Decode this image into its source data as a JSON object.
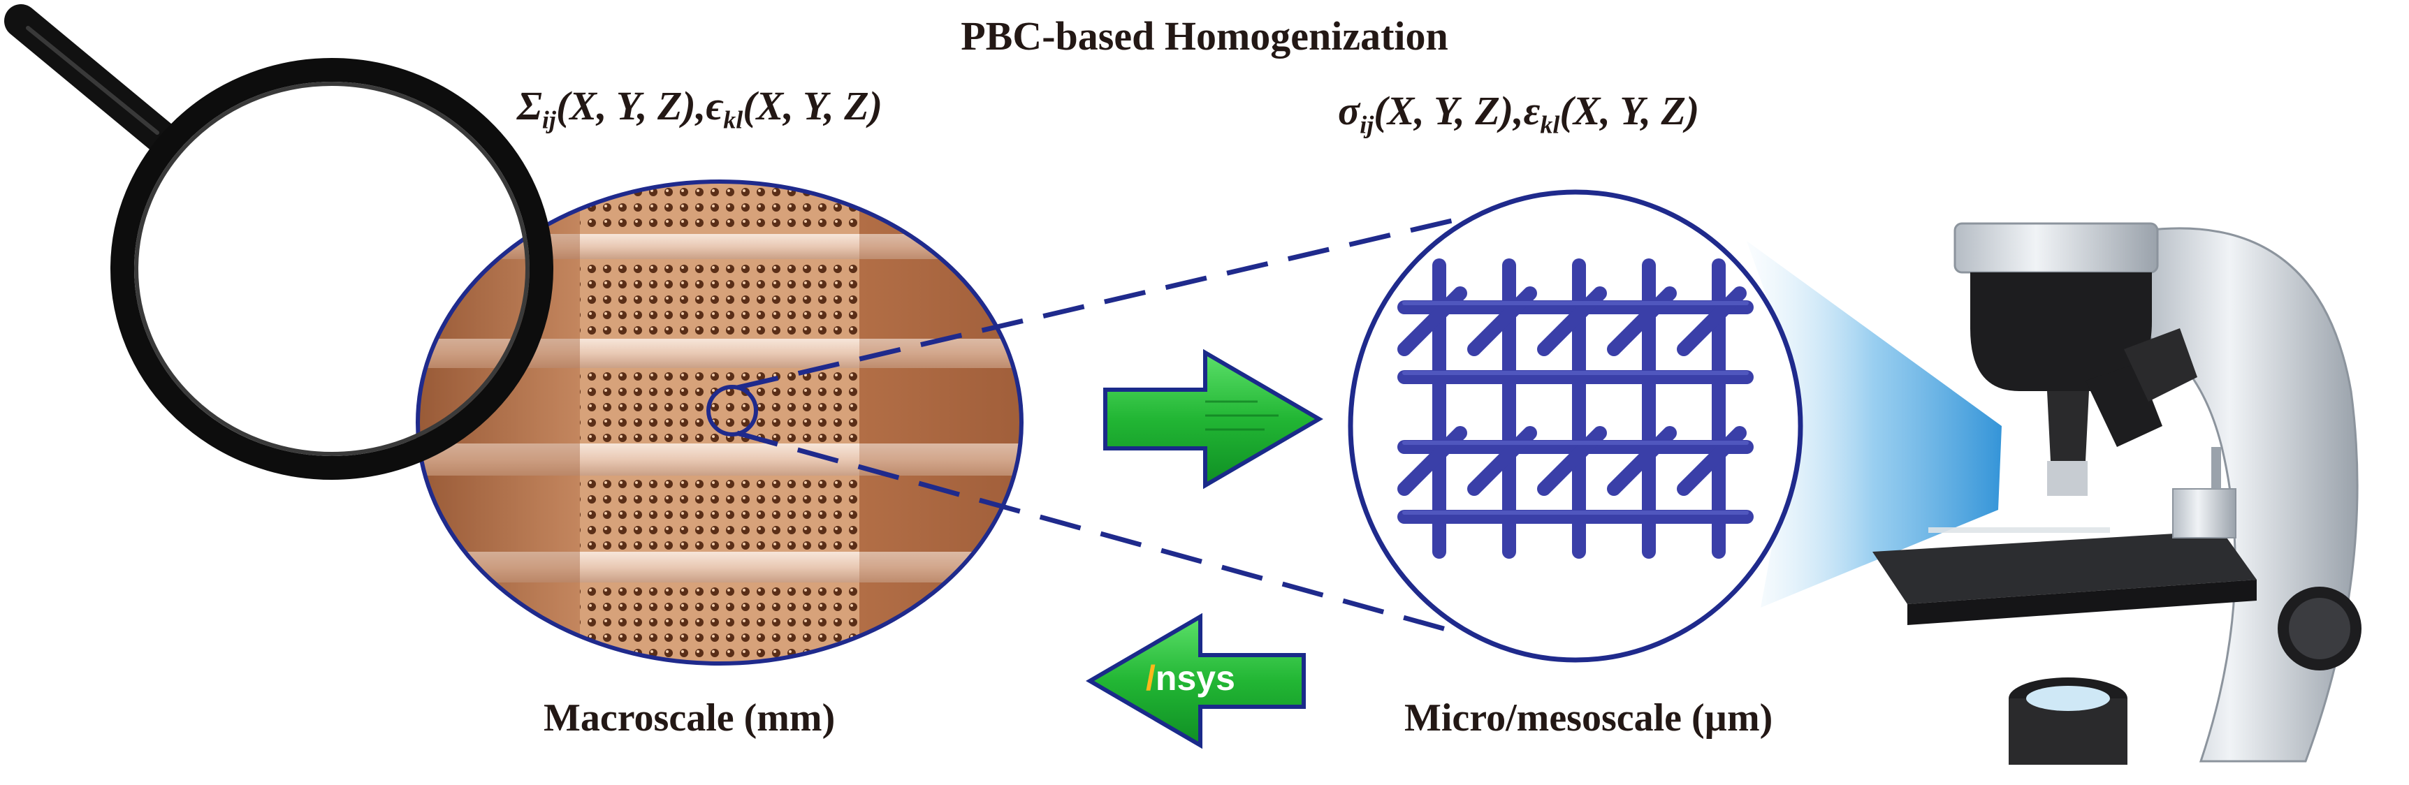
{
  "title": "PBC-based Homogenization",
  "macro": {
    "stress_symbol": "Σ",
    "stress_sub": "ij",
    "stress_args": "(X, Y, Z),",
    "strain_symbol": "ϵ",
    "strain_sub": "kl",
    "strain_args": "(X, Y, Z)",
    "caption": "Macroscale (mm)"
  },
  "micro": {
    "stress_symbol": "σ",
    "stress_sub": "ij",
    "stress_args": "(X, Y, Z),",
    "strain_symbol": "ε",
    "strain_sub": "kl",
    "strain_args": "(X, Y, Z)",
    "caption": "Micro/mesoscale (µm)"
  },
  "software_logo": {
    "initial": "/",
    "rest": "nsys"
  },
  "colors": {
    "outline": "#1f2a8c",
    "lattice": "#3a3fa8",
    "arrow_green": "#2fbf3a",
    "arrow_border": "#1a2a8a",
    "copper": "#c98a5e",
    "text": "#231815"
  },
  "icons": {
    "magnifier": "magnifying-glass-icon",
    "microscope": "microscope-icon",
    "forward": "arrow-right-icon",
    "back": "arrow-left-icon"
  }
}
